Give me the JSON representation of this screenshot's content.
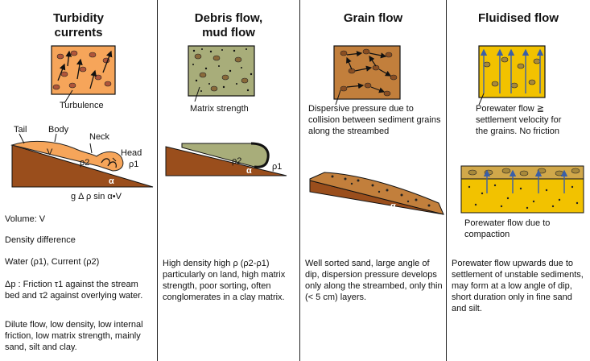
{
  "columns": [
    {
      "title": "Turbidity currents",
      "title_line1": "Turbidity",
      "title_line2": "currents",
      "box_label": "Turbulence",
      "labels": {
        "tail": "Tail",
        "body": "Body",
        "neck": "Neck",
        "head": "Head",
        "v": "V",
        "rho2": "ρ2",
        "rho1": "ρ1",
        "alpha": "α",
        "formula": "g Δ ρ sin α•V"
      },
      "description": [
        "Volume: V",
        "Density difference",
        "Water (ρ1), Current (ρ2)",
        "Δp : Friction τ1 against the stream bed and τ2 against overlying water.",
        "Dilute flow, low density, low internal friction, low matrix strength, mainly sand, silt and clay."
      ]
    },
    {
      "title": "Debris flow, mud flow",
      "title_line1": "Debris flow,",
      "title_line2": "mud flow",
      "box_label": "Matrix strength",
      "labels": {
        "rho2": "ρ2",
        "rho1": "ρ1",
        "alpha": "α"
      },
      "description": [
        "High density high ρ (ρ2-ρ1) particularly on land, high matrix strength, poor sorting, often conglomerates in a clay matrix."
      ]
    },
    {
      "title": "Grain flow",
      "box_label": "Dispersive pressure due to collision between sediment grains along the streambed",
      "labels": {
        "alpha": "α"
      },
      "description": [
        "Well sorted sand, large angle of dip, dispersion pressure develops only along the streambed, only thin (< 5 cm) layers."
      ]
    },
    {
      "title": "Fluidised flow",
      "box_label": "Porewater flow ≧ settlement velocity for the grains. No friction",
      "bed_label": "Porewater flow due to compaction",
      "description": [
        "Porewater flow upwards due to settlement of unstable sediments, may form at a low angle of dip, short duration only in fine sand and silt."
      ]
    }
  ],
  "colors": {
    "turbidity_fill": "#f6a55a",
    "debris_fill": "#a8ad7a",
    "grain_fill": "#c27f3c",
    "fluid_fill": "#f2c200",
    "slope_brown": "#9a4e1c",
    "arrow_blue": "#3a5fa8"
  }
}
